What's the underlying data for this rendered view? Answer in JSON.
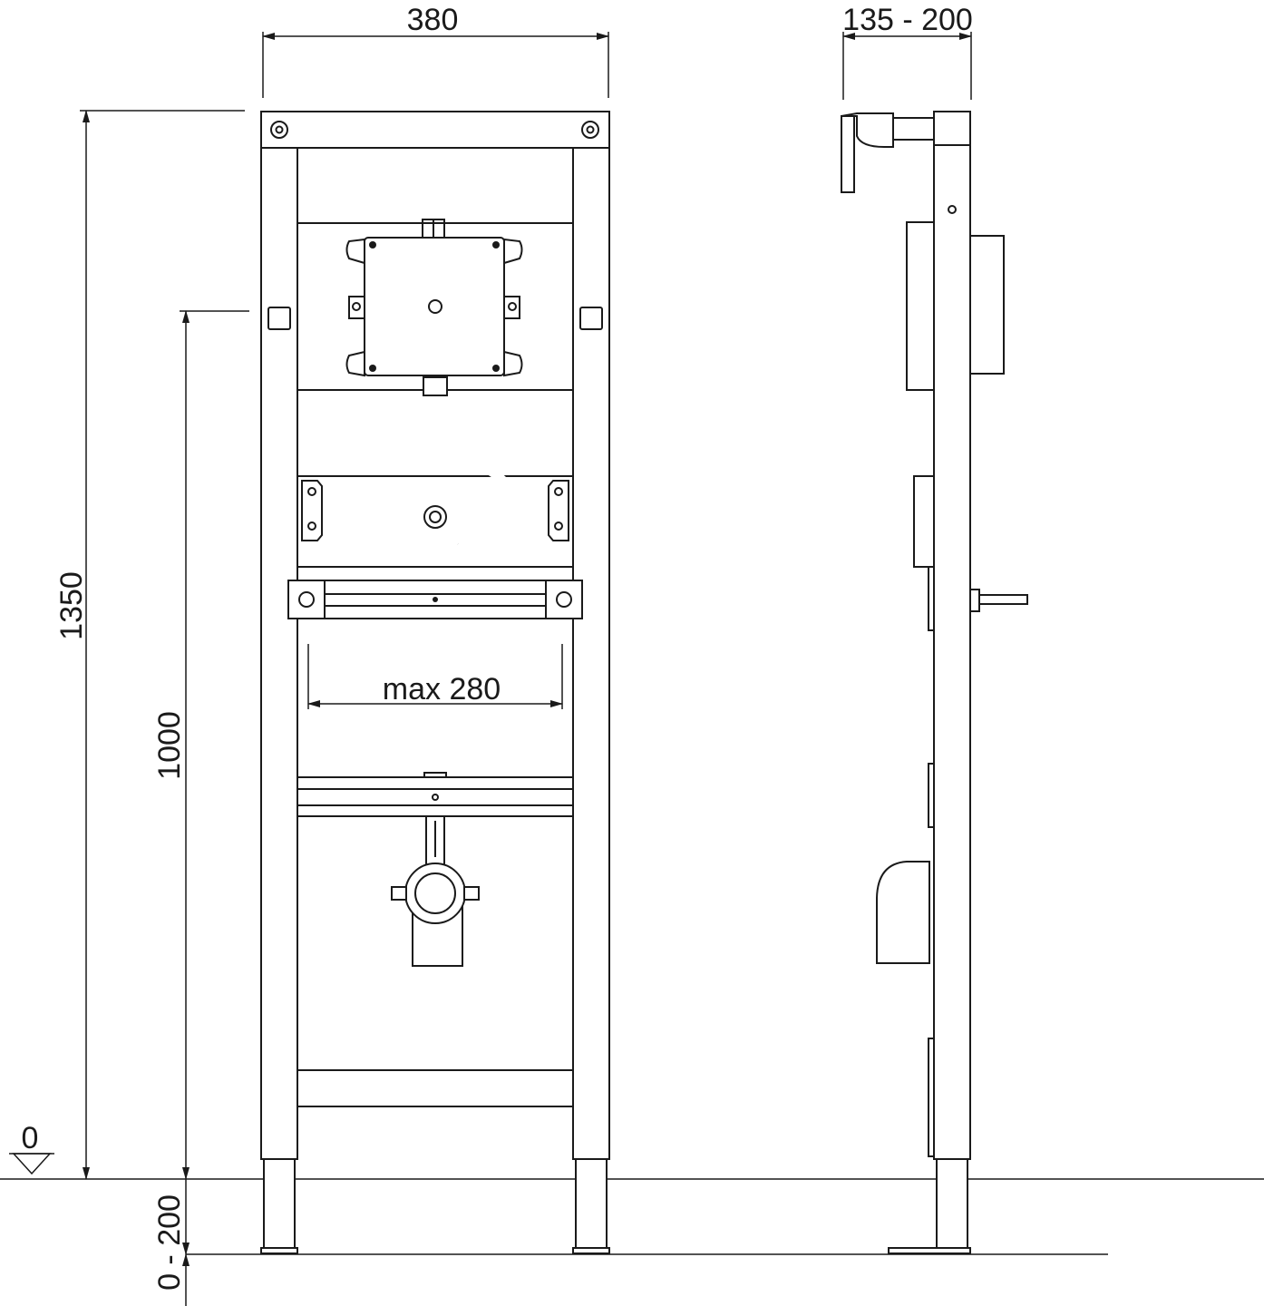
{
  "dimensions": {
    "frame_width": "380",
    "depth": "135 - 200",
    "total_height": "1350",
    "mount_height": "1000",
    "max_width": "max 280",
    "floor_level": "0",
    "foot_adjust": "0 - 200"
  },
  "colors": {
    "line": "#1a1a1a",
    "background": "#ffffff"
  }
}
